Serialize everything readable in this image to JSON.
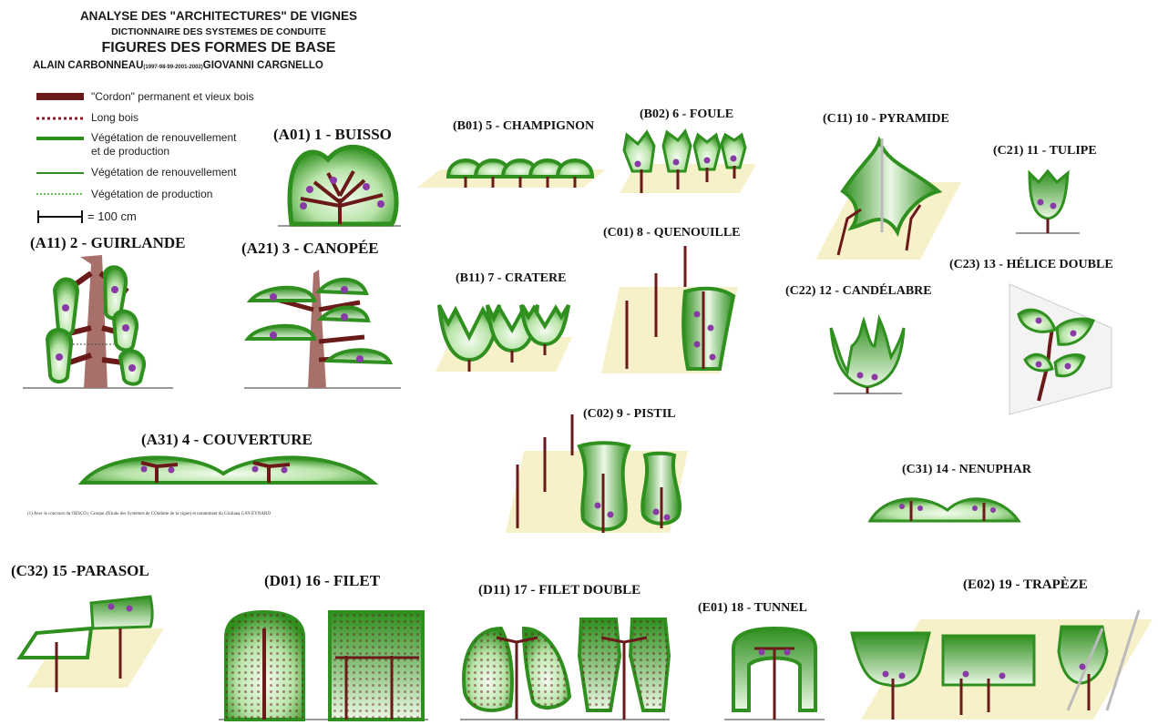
{
  "header": {
    "line1": "ANALYSE DES \"ARCHITECTURES\" DE VIGNES",
    "line2": "DICTIONNAIRE DES SYSTEMES DE CONDUITE",
    "line3": "FIGURES DES FORMES DE BASE",
    "author1": "ALAIN CARBONNEAU",
    "years": "(1997-98-99-2001-2002)",
    "author2": "GIOVANNI CARGNELLO"
  },
  "legend": {
    "cordon": "\"Cordon\" permanent et vieux bois",
    "long_bois": "Long bois",
    "veg_renouv_prod_1": "Végétation de renouvellement",
    "veg_renouv_prod_2": "et de production",
    "veg_renouv": "Végétation de renouvellement",
    "veg_prod": "Végétation de production",
    "scale": "= 100 cm"
  },
  "footnote": "(1) Avec le concours du OESCO ( Groupe d'Etude des Systèmes de COnduite de la vigne) et notamment du Giuliana GAY-EYNARD",
  "figures": {
    "a01": "(A01) 1 - BUISSO",
    "a11": "(A11) 2 - GUIRLANDE",
    "a21": "(A21) 3 - CANOPÉE",
    "a31": "(A31) 4 - COUVERTURE",
    "b01": "(B01) 5 - CHAMPIGNON",
    "b02": "(B02) 6 - FOULE",
    "b11": "(B11) 7 - CRATERE",
    "c01": "(C01) 8 - QUENOUILLE",
    "c02": "(C02) 9 - PISTIL",
    "c11": "(C11) 10 - PYRAMIDE",
    "c21": "(C21) 11 - TULIPE",
    "c22": "(C22) 12 - CANDÉLABRE",
    "c23": "(C23) 13 - HÉLICE DOUBLE",
    "c31": "(C31) 14 - NENUPHAR",
    "c32": "(C32) 15 -PARASOL",
    "d01": "(D01) 16 - FILET",
    "d11": "(D11) 17 - FILET DOUBLE",
    "e01": "(E01) 18 - TUNNEL",
    "e02": "(E02) 19 - TRAPÈZE"
  },
  "colors": {
    "foliage_dark": "#2e8b1e",
    "foliage_light": "#d8f2d0",
    "wood": "#6b1a1a",
    "trunk_big": "#a8706a",
    "grapes": "#8a3aa6",
    "ground": "#f6f1c9"
  }
}
